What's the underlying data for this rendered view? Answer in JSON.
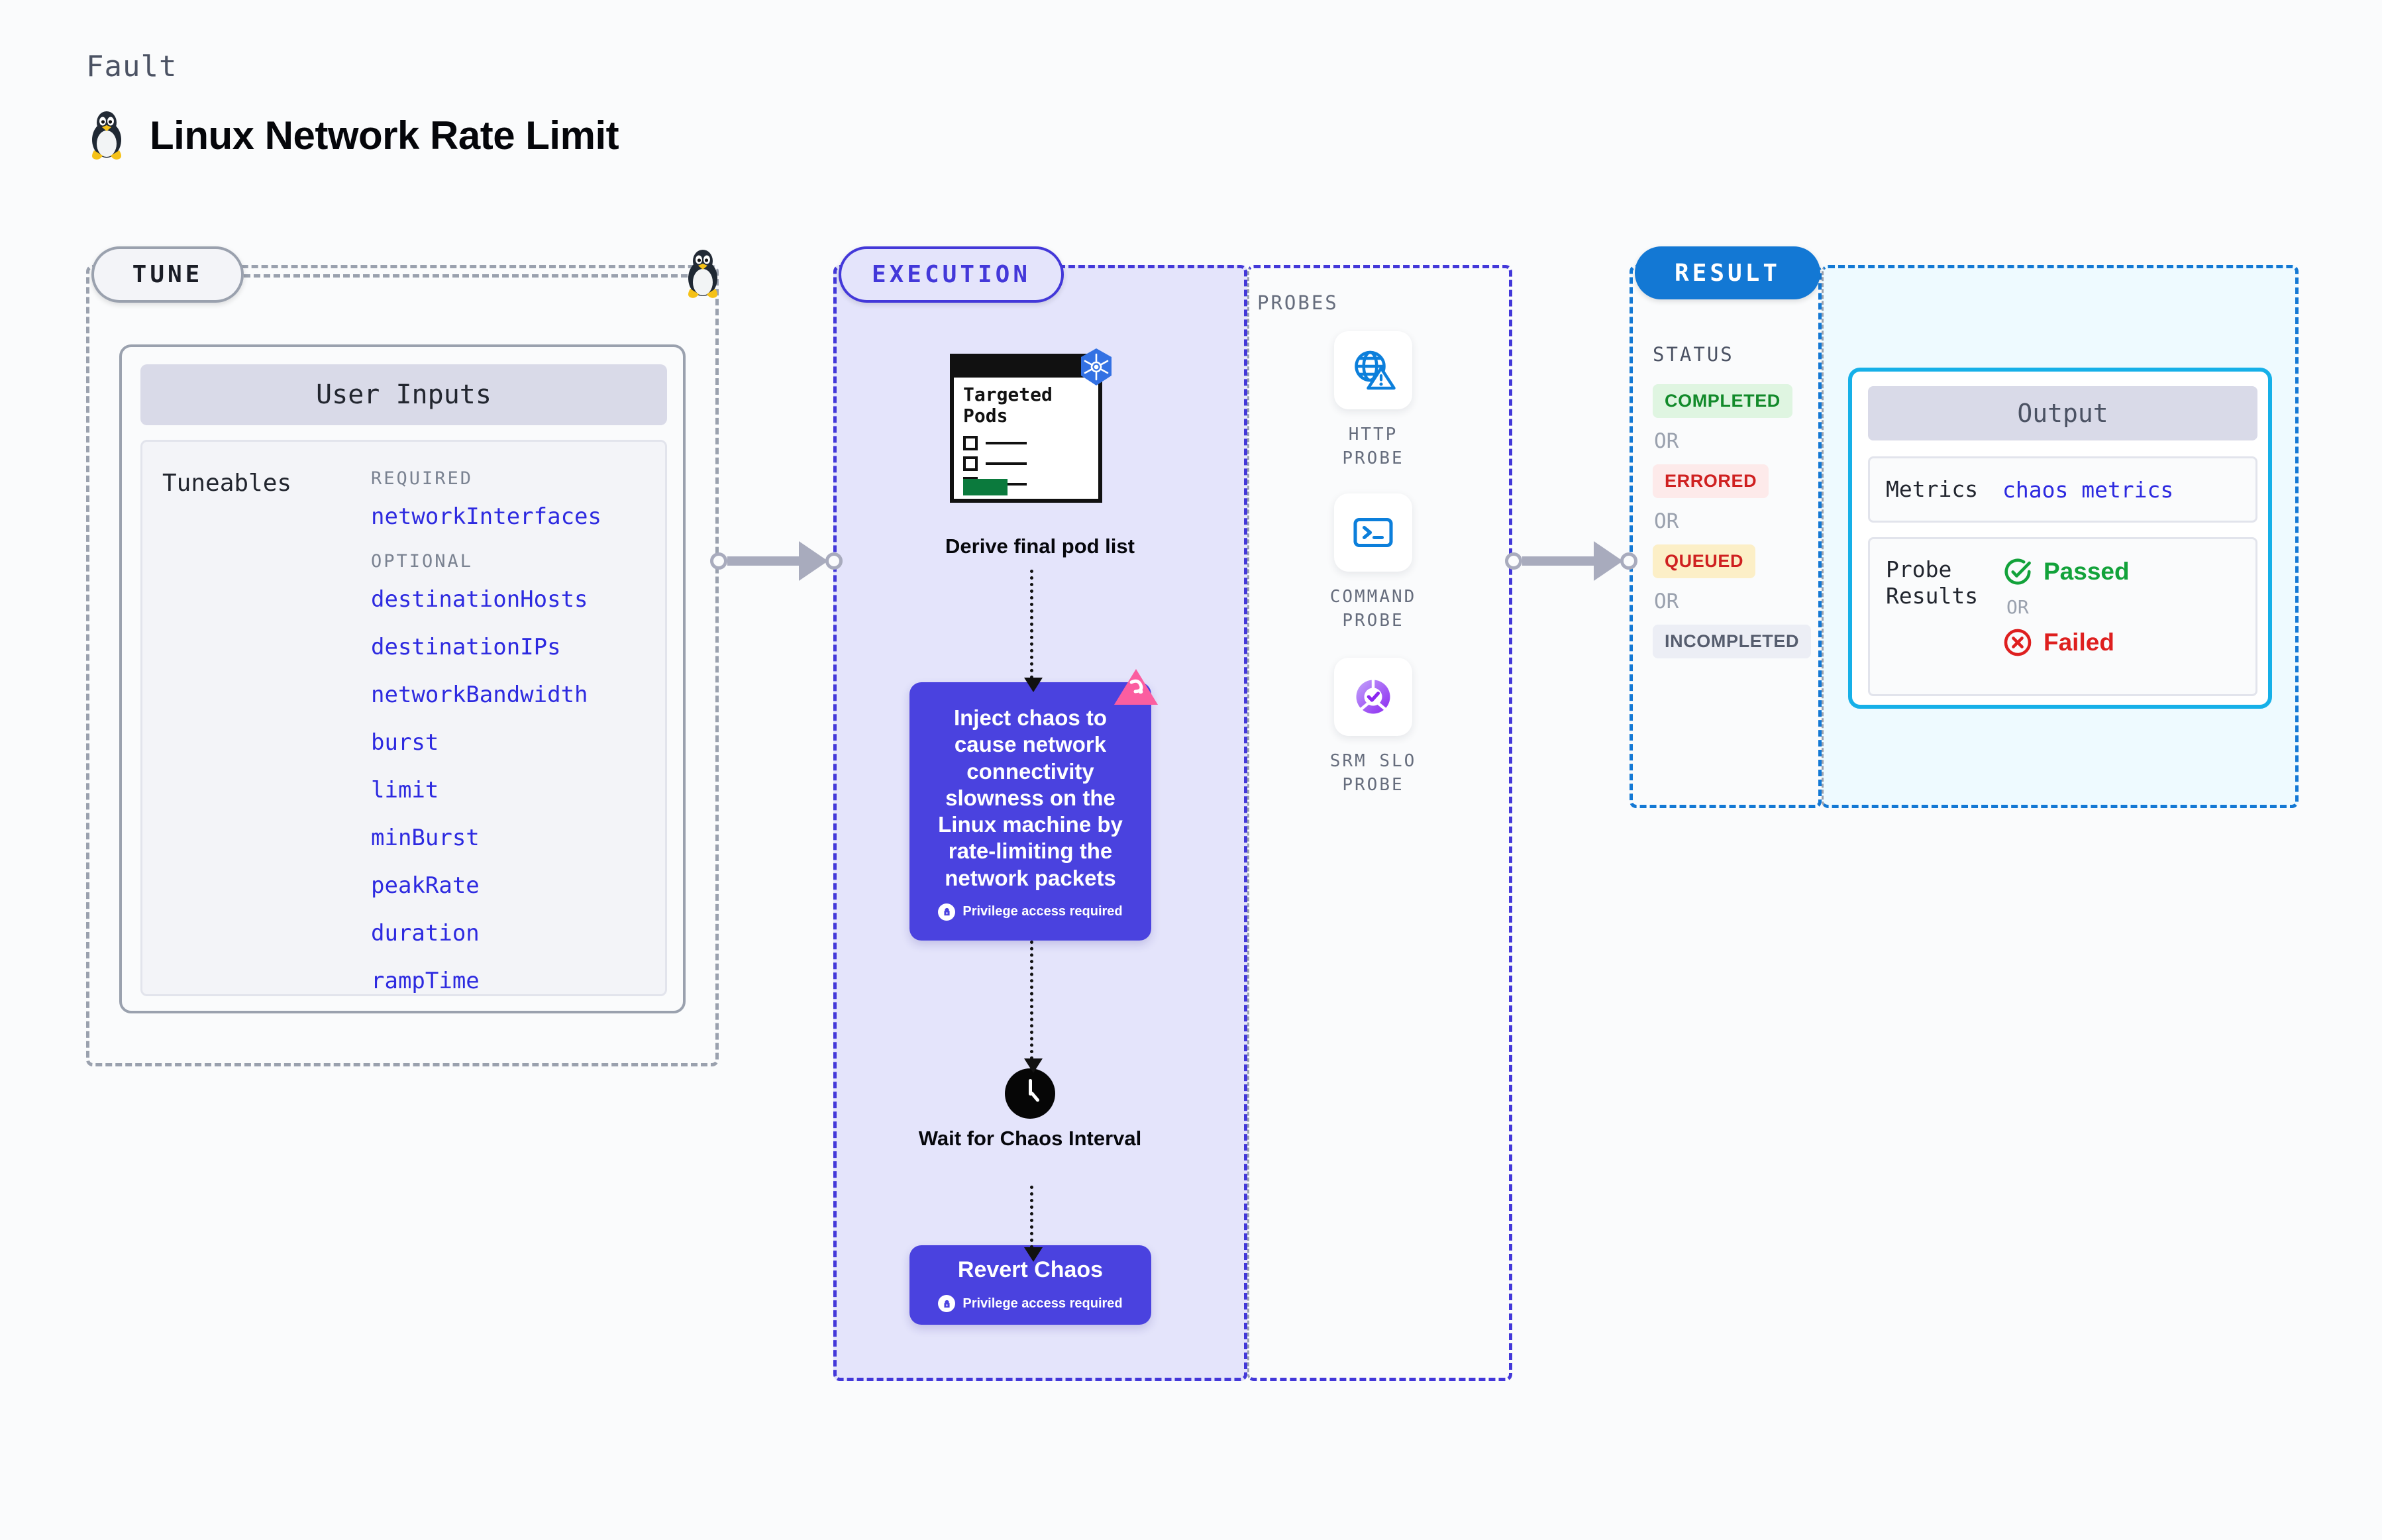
{
  "header": {
    "kicker": "Fault",
    "title": "Linux Network Rate Limit",
    "icon": "linux-tux-icon"
  },
  "tune": {
    "pill_label": "TUNE",
    "card_title": "User Inputs",
    "tuneables_label": "Tuneables",
    "groups": [
      {
        "label": "REQUIRED",
        "items": [
          "networkInterfaces"
        ]
      },
      {
        "label": "OPTIONAL",
        "items": [
          "destinationHosts",
          "destinationIPs",
          "networkBandwidth",
          "burst",
          "limit",
          "minBurst",
          "peakRate",
          "duration",
          "rampTime"
        ]
      }
    ]
  },
  "execution": {
    "pill_label": "EXECUTION",
    "pods_card": {
      "title": "Targeted\nPods",
      "badge_icon": "kubernetes-icon",
      "rows": 3
    },
    "derive_label": "Derive final pod list",
    "inject": {
      "text": "Inject chaos to cause network connectivity slowness on the Linux machine by rate-limiting the network packets",
      "privilege_note": "Privilege access required",
      "badge_icon": "litmus-chaos-icon"
    },
    "wait_label": "Wait for Chaos Interval",
    "wait_icon": "clock-icon",
    "revert": {
      "text": "Revert Chaos",
      "privilege_note": "Privilege access required"
    }
  },
  "probes": {
    "title": "PROBES",
    "items": [
      {
        "label": "HTTP PROBE",
        "icon": "globe-warning-icon"
      },
      {
        "label": "COMMAND PROBE",
        "icon": "terminal-icon"
      },
      {
        "label": "SRM SLO PROBE",
        "icon": "slo-donut-check-icon"
      }
    ]
  },
  "result": {
    "pill_label": "RESULT",
    "status_title": "STATUS",
    "or_label": "OR",
    "statuses": [
      {
        "label": "COMPLETED",
        "bg": "#dff5e1",
        "fg": "#128a2a"
      },
      {
        "label": "ERRORED",
        "bg": "#fdeaea",
        "fg": "#cf2020"
      },
      {
        "label": "QUEUED",
        "bg": "#fcefc7",
        "fg": "#cf2020"
      },
      {
        "label": "INCOMPLETED",
        "bg": "#eceef5",
        "fg": "#565d6e"
      }
    ],
    "output": {
      "title": "Output",
      "metrics_key": "Metrics",
      "metrics_value": "chaos metrics",
      "probe_results_key": "Probe Results",
      "passed_label": "Passed",
      "failed_label": "Failed",
      "or_label": "OR",
      "passed_icon": "check-circle-icon",
      "failed_icon": "x-circle-icon"
    }
  },
  "colors": {
    "brand_purple": "#4a42df",
    "tune_gray": "#9aa1ae",
    "result_blue": "#1378d4",
    "output_cyan": "#16b0e8"
  }
}
